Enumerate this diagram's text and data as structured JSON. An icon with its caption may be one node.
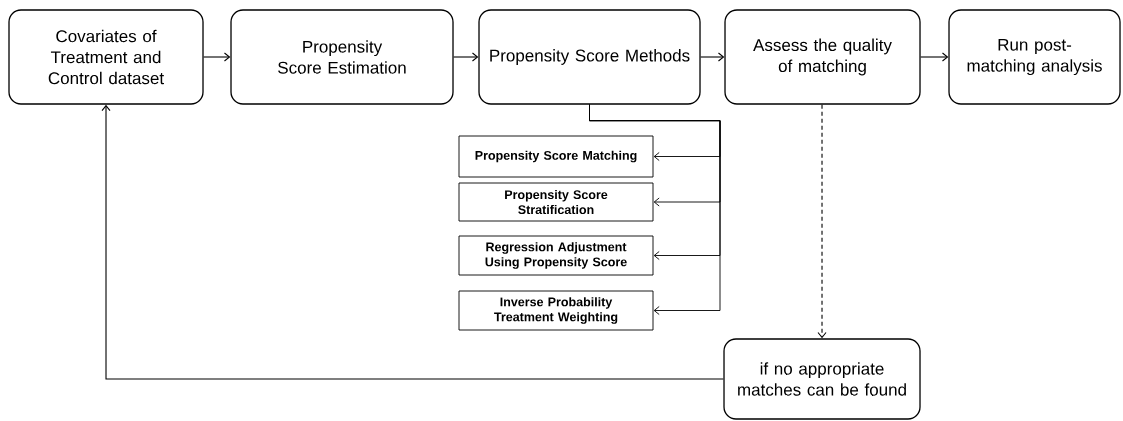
{
  "diagram": {
    "nodes": [
      {
        "text": [
          "Covariates of Treatment and Control dataset"
        ]
      },
      {
        "text": [
          "Propensity Score Estimation"
        ]
      },
      {
        "text": [
          "Propensity Score Methods"
        ]
      },
      {
        "text": [
          "Assess the quality of matching"
        ]
      },
      {
        "text": [
          "Run post-matching analysis"
        ]
      },
      {
        "text": [
          "Propensity Score Matching"
        ]
      },
      {
        "text": [
          "Propensity Score Stratification"
        ]
      },
      {
        "text": [
          "Regression Adjustment Using Propensity Score"
        ]
      },
      {
        "text": [
          "Inverse Probability Treatment Weighting"
        ]
      },
      {
        "text": [
          "if no appropriate matches can be found"
        ]
      }
    ],
    "edges": [
      {
        "from": 0,
        "to": 1,
        "arrow": "to"
      },
      {
        "from": 1,
        "to": 2,
        "arrow": "to"
      },
      {
        "from": 2,
        "to": 3,
        "arrow": "to"
      },
      {
        "from": 3,
        "to": 4,
        "arrow": "to"
      },
      {
        "from": 2,
        "to": 5,
        "arrow": "to"
      },
      {
        "from": 2,
        "to": 6,
        "arrow": "to"
      },
      {
        "from": 2,
        "to": 7,
        "arrow": "to"
      },
      {
        "from": 2,
        "to": 8,
        "arrow": "to"
      },
      {
        "from": 3,
        "to": 9,
        "arrow": "to",
        "style": "dashed"
      },
      {
        "from": 9,
        "to": 0,
        "arrow": "to"
      }
    ]
  }
}
